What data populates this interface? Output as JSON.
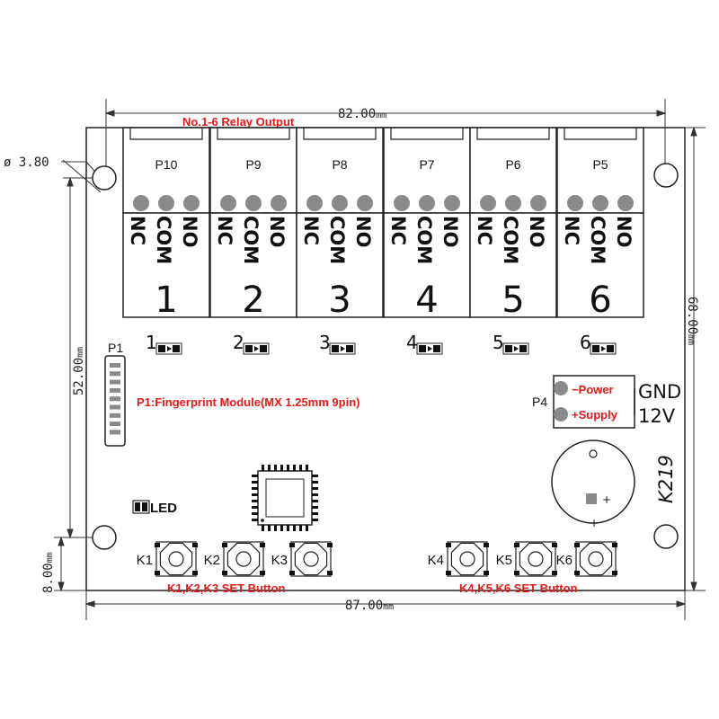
{
  "board": {
    "model": "K219",
    "dimensions": {
      "width": "82.00",
      "outer_width": "87.00",
      "height": "68.00",
      "hole_span": "52.00",
      "bottom_offset": "8.00",
      "hole_diameter": "ø 3.80",
      "unit": "mm"
    },
    "relay_title": "No.1-6 Relay Output",
    "relays": [
      {
        "port": "P10",
        "channel": "1"
      },
      {
        "port": "P9",
        "channel": "2"
      },
      {
        "port": "P8",
        "channel": "3"
      },
      {
        "port": "P7",
        "channel": "4"
      },
      {
        "port": "P6",
        "channel": "5"
      },
      {
        "port": "P5",
        "channel": "6"
      }
    ],
    "pin_labels": [
      "NC",
      "COM",
      "NO"
    ],
    "leds": [
      "1",
      "2",
      "3",
      "4",
      "5",
      "6"
    ],
    "p1_label": "P1",
    "fingerprint_label": "P1:Fingerprint Module(MX 1.25mm 9pin)",
    "power": {
      "port": "P4",
      "minus_label": "−Power",
      "plus_label": "+Supply",
      "gnd": "GND",
      "v12": "12V"
    },
    "buzzer_plus": "+",
    "led_label": "LED",
    "buttons_left": [
      "K1",
      "K2",
      "K3"
    ],
    "buttons_right": [
      "K4",
      "K5",
      "K6"
    ],
    "buttons_left_caption": "K1,K2,K3 SET Button",
    "buttons_right_caption": "K4,K5,K6 SET Button"
  },
  "colors": {
    "annotation": "#e31b1b",
    "ink": "#111111",
    "pad": "#8a8a8a",
    "background": "#ffffff"
  }
}
